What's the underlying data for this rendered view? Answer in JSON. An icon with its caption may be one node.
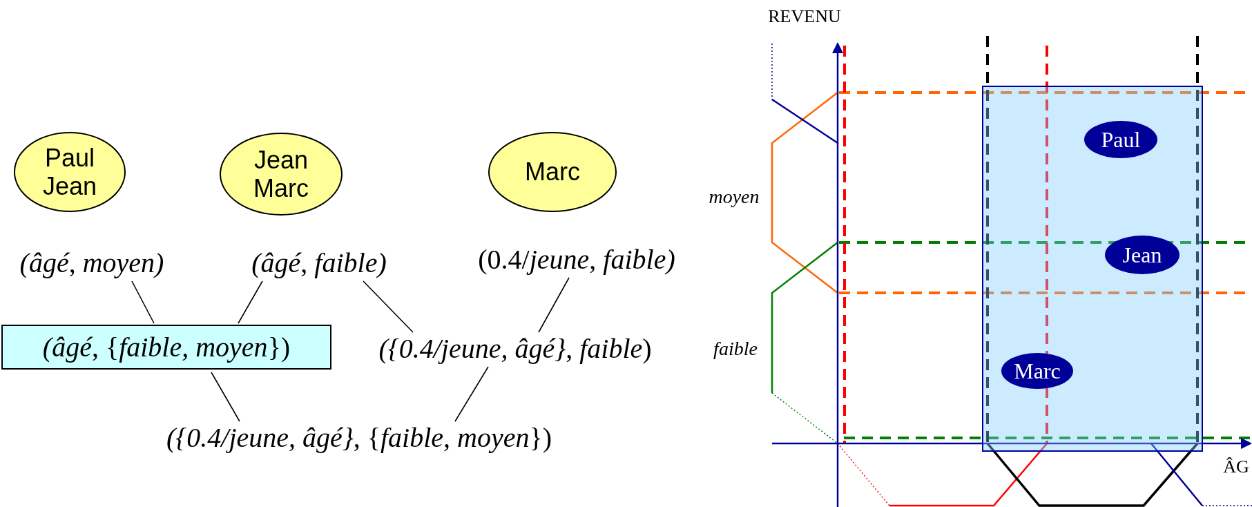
{
  "diagram": {
    "nodes": [
      {
        "text": [
          "Paul Jean"
        ]
      },
      {
        "text": [
          "Jean Marc"
        ]
      },
      {
        "text": [
          "Marc"
        ]
      },
      {
        "text": [
          "*(âgé*, *moyen)*"
        ]
      },
      {
        "text": [
          "*(âgé*, *faible)*"
        ]
      },
      {
        "text": [
          "(0.4/*jeune*, *faible)*"
        ]
      },
      {
        "text": [
          "*(âgé*, {*faible, moyen*})"
        ]
      },
      {
        "text": [
          "*({0.4/jeune, âgé}*, *faible*)"
        ]
      },
      {
        "text": [
          "*({0.4/jeune, âgé}*, {*faible, moyen*})"
        ]
      },
      {
        "text": [],
        "shape": "box"
      },
      {
        "text": [
          "Paul"
        ],
        "in": 9
      },
      {
        "text": [
          "Jean"
        ],
        "in": 9
      },
      {
        "text": [
          "Marc"
        ],
        "in": 9
      }
    ],
    "edges": [
      {
        "from": 3,
        "to": 6,
        "arrow": "none"
      },
      {
        "from": 4,
        "to": 6,
        "arrow": "none"
      },
      {
        "from": 4,
        "to": 7,
        "arrow": "none"
      },
      {
        "from": 5,
        "to": 7,
        "arrow": "none"
      },
      {
        "from": 6,
        "to": 8,
        "arrow": "none"
      },
      {
        "from": 7,
        "to": 8,
        "arrow": "none"
      }
    ],
    "labels": [
      "REVENU",
      "moyen",
      "faible",
      "ÂG"
    ]
  }
}
